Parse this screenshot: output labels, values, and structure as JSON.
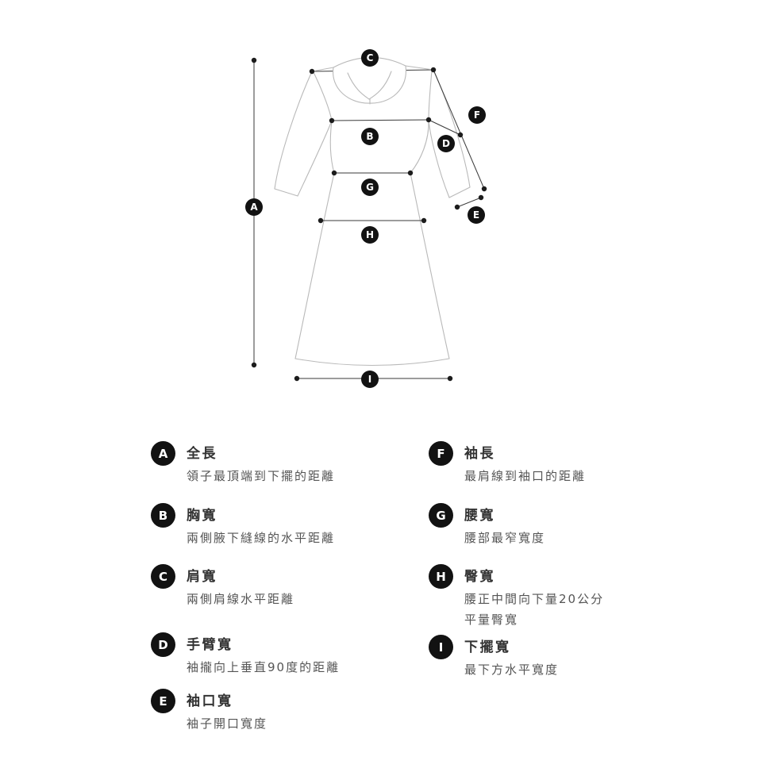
{
  "colors": {
    "background": "#ffffff",
    "badge_bg": "#121212",
    "badge_text": "#ffffff",
    "garment_outline": "#b9b9b9",
    "measure_line": "#3a3a3a",
    "title_text": "#333333",
    "desc_text": "#555555"
  },
  "legend": {
    "items": [
      {
        "letter": "A",
        "title": "全長",
        "desc": "領子最頂端到下擺的距離"
      },
      {
        "letter": "B",
        "title": "胸寬",
        "desc": "兩側腋下縫線的水平距離"
      },
      {
        "letter": "C",
        "title": "肩寬",
        "desc": "兩側肩線水平距離"
      },
      {
        "letter": "D",
        "title": "手臂寬",
        "desc": "袖攏向上垂直90度的距離"
      },
      {
        "letter": "E",
        "title": "袖口寬",
        "desc": "袖子開口寬度"
      },
      {
        "letter": "F",
        "title": "袖長",
        "desc": "最肩線到袖口的距離"
      },
      {
        "letter": "G",
        "title": "腰寬",
        "desc": "腰部最窄寬度"
      },
      {
        "letter": "H",
        "title": "臀寬",
        "desc": "腰正中間向下量20公分",
        "desc2": "平量臀寬"
      },
      {
        "letter": "I",
        "title": "下擺寬",
        "desc": "最下方水平寬度"
      }
    ]
  }
}
